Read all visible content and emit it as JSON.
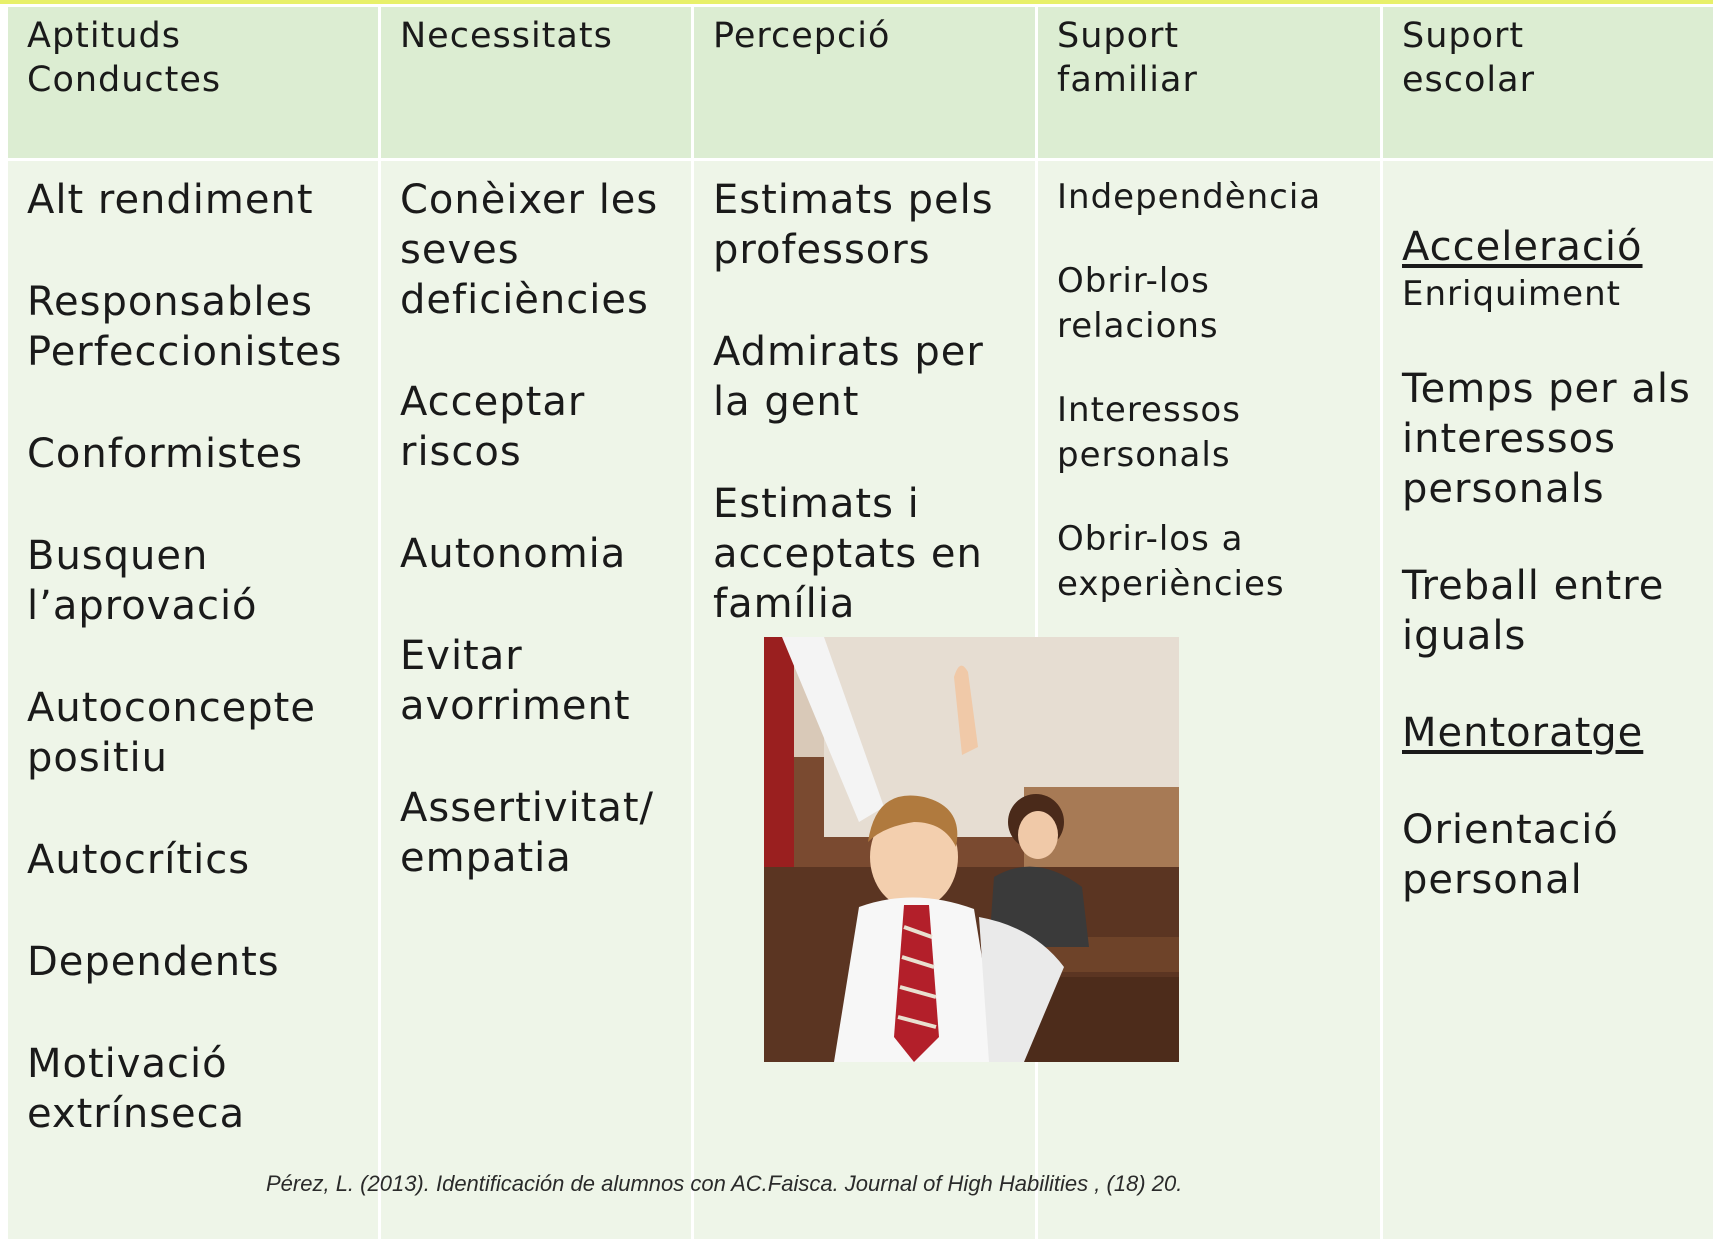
{
  "table": {
    "headers": [
      "Aptituds\nConductes",
      "Necessitats",
      "Percepció",
      "Suport\nfamiliar",
      "Suport\nescolar"
    ],
    "aptituds": [
      "Alt rendiment",
      "Responsables\nPerfeccionistes",
      "Conformistes",
      "Busquen\nl’aprovació",
      "Autoconcepte\npositiu",
      "Autocrítics",
      "Dependents",
      "Motivació\nextrínseca"
    ],
    "necessitats": [
      "Conèixer les\nseves\ndeficiències",
      "Acceptar\nriscos",
      "Autonomia",
      "Evitar\navorriment",
      "Assertivitat/\nempatia"
    ],
    "percepcio": [
      "Estimats pels\nprofessors",
      "Admirats per\nla gent",
      "Estimats i\nacceptats en\nfamília"
    ],
    "suport_familiar": [
      "Independència",
      "Obrir-los\nrelacions",
      "Interessos\npersonals",
      "Obrir-los a\nexperiències"
    ],
    "suport_escolar": {
      "acceleracio": "Acceleració",
      "enriquiment": "Enriquiment",
      "temps": "Temps per als\ninteressos\npersonals",
      "treball": "Treball entre\niguals",
      "mentoratge": "Mentoratge",
      "orientacio": "Orientació\npersonal"
    }
  },
  "citation": "Pérez, L. (2013). Identificación de alumnos con AC.Faisca. Journal of High  Habilities , (18) 20.",
  "photo": {
    "subject": "child-raising-hand-photo"
  },
  "colors": {
    "header_bg": "#dcedd2",
    "body_bg": "#eef5e8",
    "top_line": "#e8f06a"
  }
}
